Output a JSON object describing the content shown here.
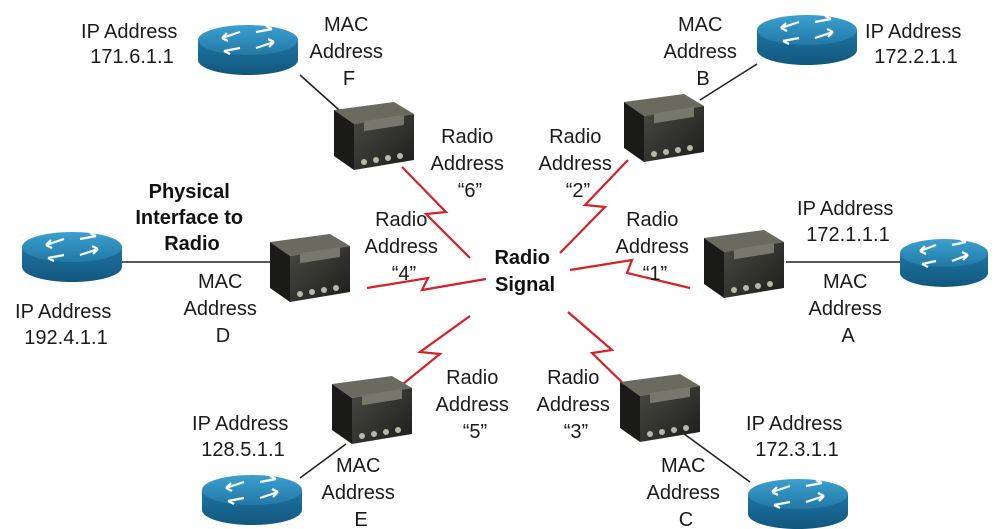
{
  "center_label": [
    "Radio",
    "Signal"
  ],
  "physical_interface_label": [
    "Physical",
    "Interface to",
    "Radio"
  ],
  "colors": {
    "signal": "#d42027",
    "router_top": "#2a8ab8",
    "router_side": "#1b6e99",
    "radio_body": "#2b2b2b",
    "wire": "#222222"
  },
  "nodes": [
    {
      "id": "F",
      "ip": [
        "IP Address",
        "171.6.1.1"
      ],
      "mac": [
        "MAC",
        "Address",
        "F"
      ],
      "radio": [
        "Radio",
        "Address",
        "“6”"
      ]
    },
    {
      "id": "B",
      "ip": [
        "IP Address",
        "172.2.1.1"
      ],
      "mac": [
        "MAC",
        "Address",
        "B"
      ],
      "radio": [
        "Radio",
        "Address",
        "“2”"
      ]
    },
    {
      "id": "D",
      "ip": [
        "IP Address",
        "192.4.1.1"
      ],
      "mac": [
        "MAC",
        "Address",
        "D"
      ],
      "radio": [
        "Radio",
        "Address",
        "“4”"
      ]
    },
    {
      "id": "A",
      "ip": [
        "IP Address",
        "172.1.1.1"
      ],
      "mac": [
        "MAC",
        "Address",
        "A"
      ],
      "radio": [
        "Radio",
        "Address",
        "“1”"
      ]
    },
    {
      "id": "E",
      "ip": [
        "IP Address",
        "128.5.1.1"
      ],
      "mac": [
        "MAC",
        "Address",
        "E"
      ],
      "radio": [
        "Radio",
        "Address",
        "“5”"
      ]
    },
    {
      "id": "C",
      "ip": [
        "IP Address",
        "172.3.1.1"
      ],
      "mac": [
        "MAC",
        "Address",
        "C"
      ],
      "radio": [
        "Radio",
        "Address",
        "“3”"
      ]
    }
  ]
}
